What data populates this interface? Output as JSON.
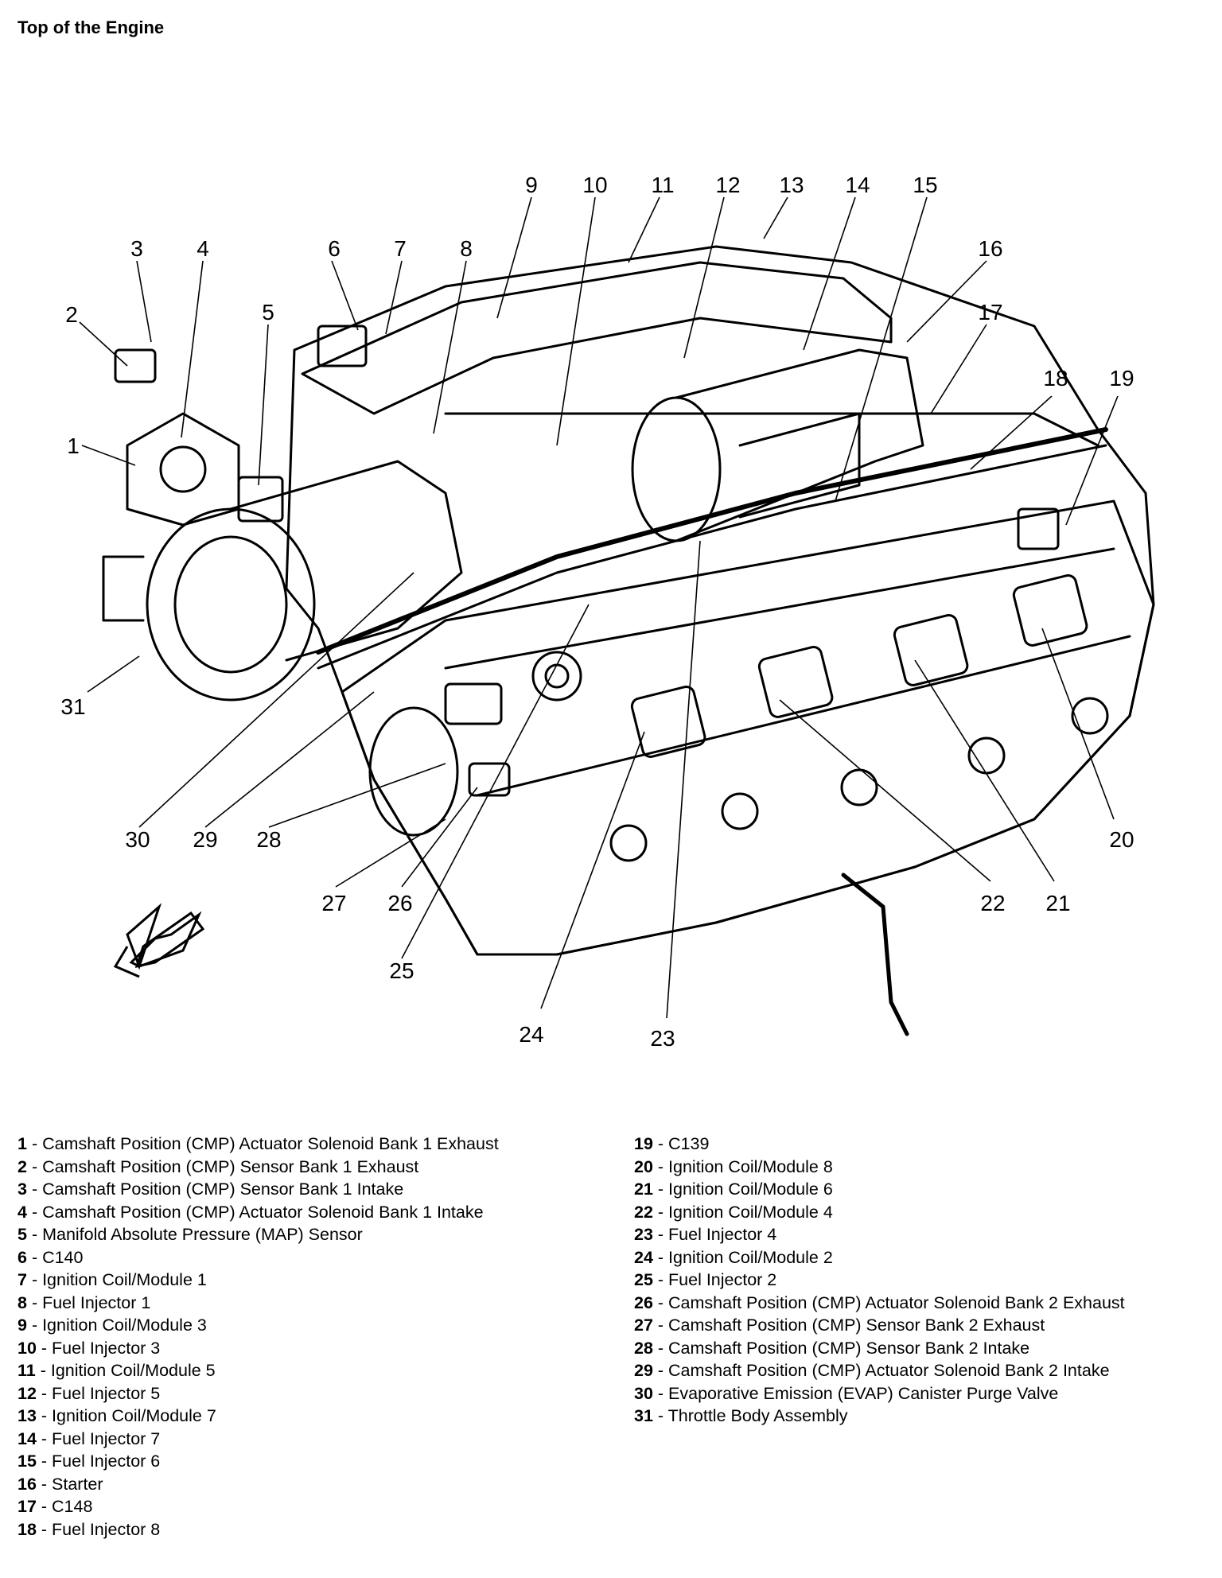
{
  "title": "Top of the Engine",
  "callouts": [
    {
      "num": "1",
      "label": "Camshaft Position (CMP) Actuator Solenoid Bank 1 Exhaust"
    },
    {
      "num": "2",
      "label": "Camshaft Position (CMP) Sensor Bank 1 Exhaust"
    },
    {
      "num": "3",
      "label": "Camshaft Position (CMP) Sensor Bank 1 Intake"
    },
    {
      "num": "4",
      "label": "Camshaft Position (CMP) Actuator Solenoid Bank 1 Intake"
    },
    {
      "num": "5",
      "label": "Manifold Absolute Pressure (MAP) Sensor"
    },
    {
      "num": "6",
      "label": "C140"
    },
    {
      "num": "7",
      "label": "Ignition Coil/Module 1"
    },
    {
      "num": "8",
      "label": "Fuel Injector 1"
    },
    {
      "num": "9",
      "label": "Ignition Coil/Module 3"
    },
    {
      "num": "10",
      "label": "Fuel Injector 3"
    },
    {
      "num": "11",
      "label": "Ignition Coil/Module 5"
    },
    {
      "num": "12",
      "label": "Fuel Injector 5"
    },
    {
      "num": "13",
      "label": "Ignition Coil/Module 7"
    },
    {
      "num": "14",
      "label": "Fuel Injector 7"
    },
    {
      "num": "15",
      "label": "Fuel Injector 6"
    },
    {
      "num": "16",
      "label": "Starter"
    },
    {
      "num": "17",
      "label": "C148"
    },
    {
      "num": "18",
      "label": "Fuel Injector 8"
    },
    {
      "num": "19",
      "label": "C139"
    },
    {
      "num": "20",
      "label": "Ignition Coil/Module 8"
    },
    {
      "num": "21",
      "label": "Ignition Coil/Module 6"
    },
    {
      "num": "22",
      "label": "Ignition Coil/Module 4"
    },
    {
      "num": "23",
      "label": "Fuel Injector 4"
    },
    {
      "num": "24",
      "label": "Ignition Coil/Module 2"
    },
    {
      "num": "25",
      "label": "Fuel Injector 2"
    },
    {
      "num": "26",
      "label": "Camshaft Position (CMP) Actuator Solenoid Bank 2 Exhaust"
    },
    {
      "num": "27",
      "label": "Camshaft Position (CMP) Sensor Bank 2 Exhaust"
    },
    {
      "num": "28",
      "label": "Camshaft Position (CMP) Sensor Bank 2 Intake"
    },
    {
      "num": "29",
      "label": "Camshaft Position (CMP) Actuator Solenoid Bank 2 Intake"
    },
    {
      "num": "30",
      "label": "Evaporative Emission (EVAP) Canister Purge Valve"
    },
    {
      "num": "31",
      "label": "Throttle Body Assembly"
    }
  ],
  "separator": " - "
}
